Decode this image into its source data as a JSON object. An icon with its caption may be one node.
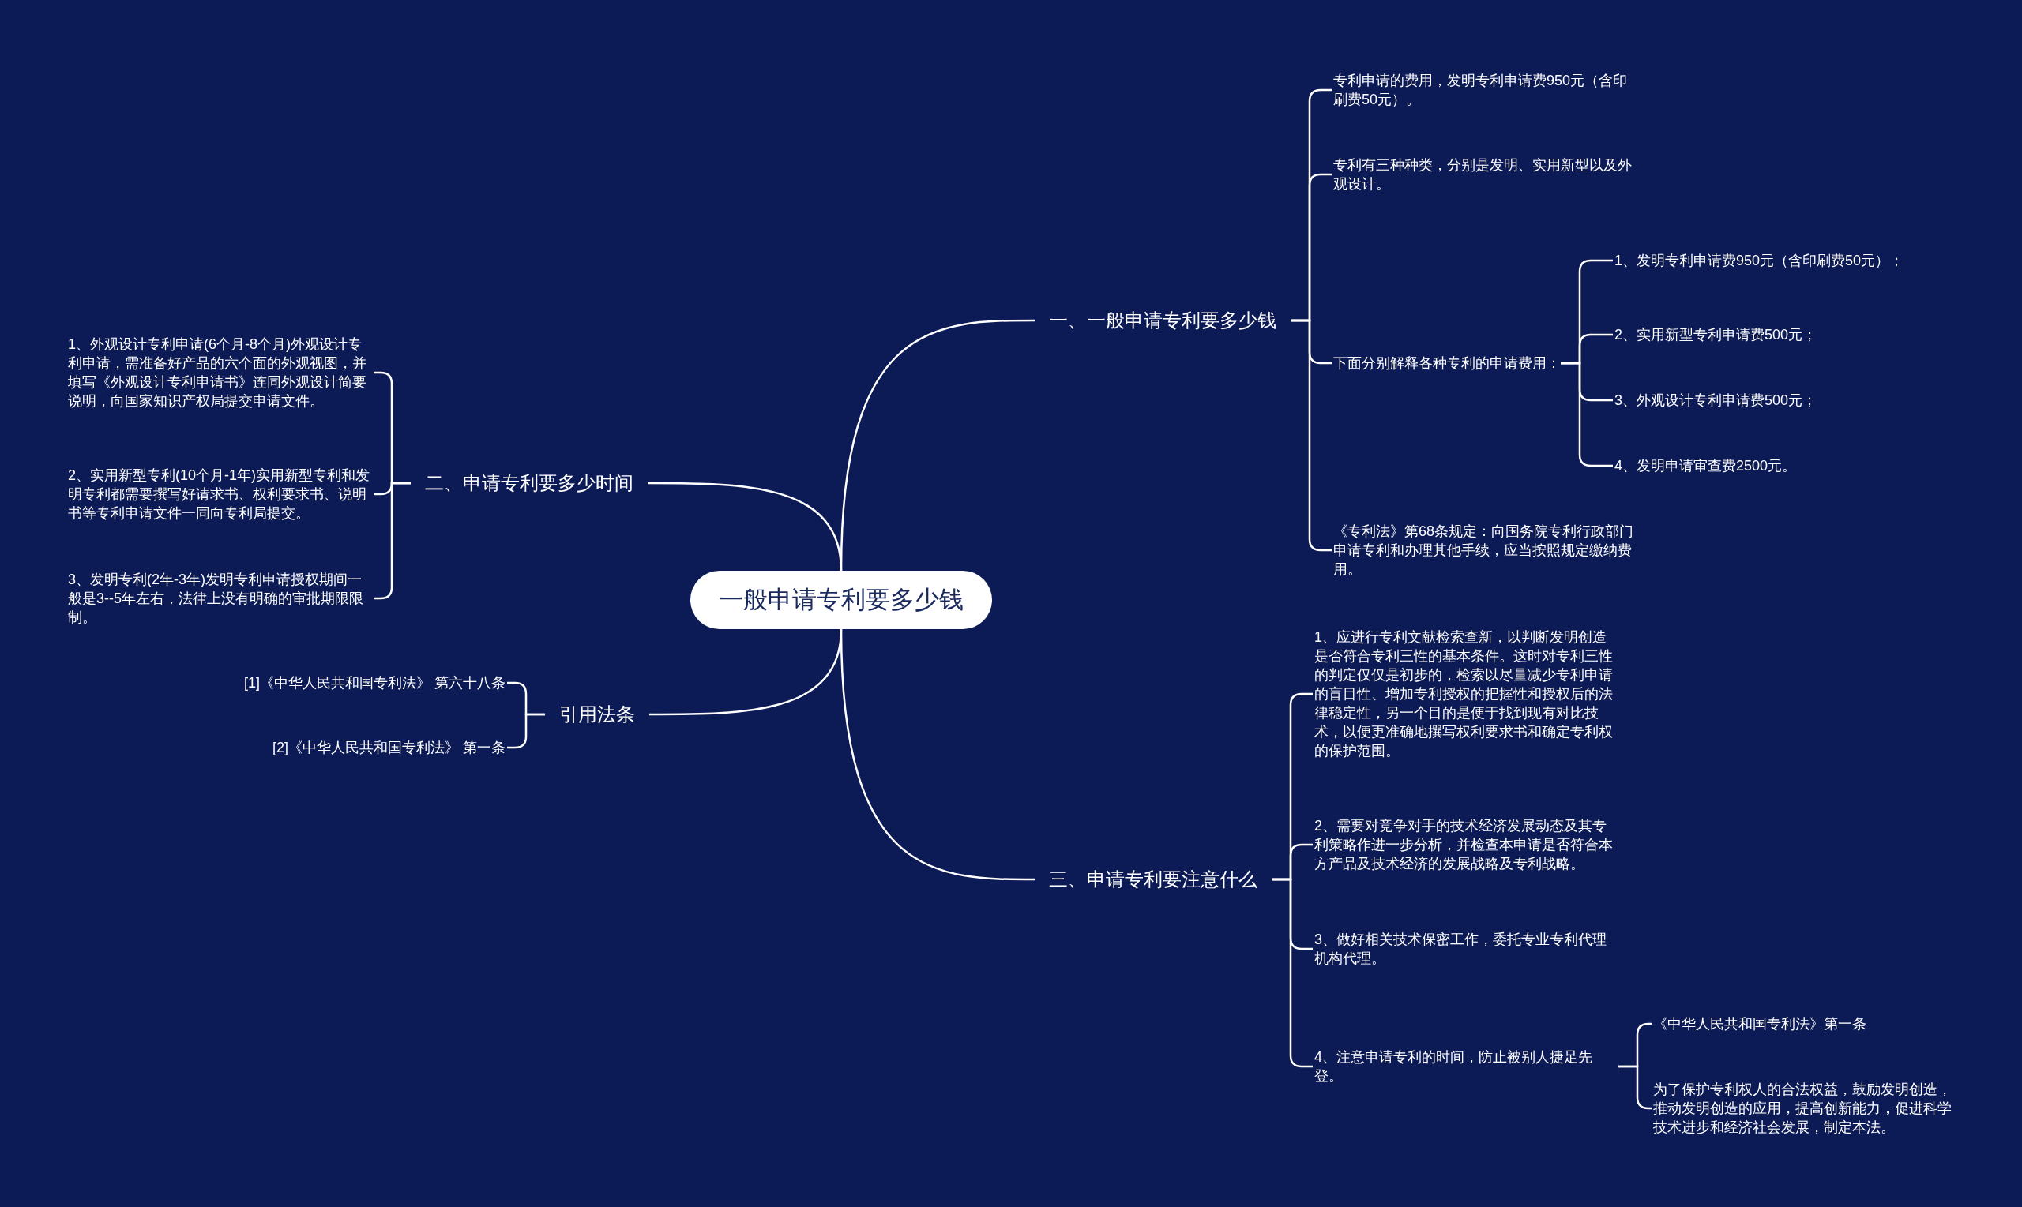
{
  "diagram": {
    "nodes": [
      {
        "text": [
          "一般申请专利要多少钱"
        ]
      },
      {
        "text": [
          "一、一般申请专利要多少钱"
        ]
      },
      {
        "text": [
          "专利申请的费用，发明专利申请费950元（含印刷费50元）。"
        ]
      },
      {
        "text": [
          "专利有三种种类，分别是发明、实用新型以及外观设计。"
        ]
      },
      {
        "text": [
          "下面分别解释各种专利的申请费用："
        ]
      },
      {
        "text": [
          "1、发明专利申请费950元（含印刷费50元）；"
        ]
      },
      {
        "text": [
          "2、实用新型专利申请费500元；"
        ]
      },
      {
        "text": [
          "3、外观设计专利申请费500元；"
        ]
      },
      {
        "text": [
          "4、发明申请审查费2500元。"
        ]
      },
      {
        "text": [
          "《专利法》第68条规定：向国务院专利行政部门申请专利和办理其他手续，应当按照规定缴纳费用。"
        ]
      },
      {
        "text": [
          "二、申请专利要多少时间"
        ]
      },
      {
        "text": [
          "1、外观设计专利申请(6个月-8个月)外观设计专利申请，需准备好产品的六个面的外观视图，并填写《外观设计专利申请书》连同外观设计简要说明，向国家知识产权局提交申请文件。"
        ]
      },
      {
        "text": [
          "2、实用新型专利(10个月-1年)实用新型专利和发明专利都需要撰写好请求书、权利要求书、说明书等专利申请文件一同向专利局提交。"
        ]
      },
      {
        "text": [
          "3、发明专利(2年-3年)发明专利申请授权期间一般是3--5年左右，法律上没有明确的审批期限限制。"
        ]
      },
      {
        "text": [
          "引用法条"
        ]
      },
      {
        "text": [
          "[1]《中华人民共和国专利法》 第六十八条"
        ]
      },
      {
        "text": [
          "[2]《中华人民共和国专利法》 第一条"
        ]
      },
      {
        "text": [
          "三、申请专利要注意什么"
        ]
      },
      {
        "text": [
          "1、应进行专利文献检索查新，以判断发明创造是否符合专利三性的基本条件。这时对专利三性的判定仅仅是初步的，检索以尽量减少专利申请的盲目性、增加专利授权的把握性和授权后的法律稳定性，另一个目的是便于找到现有对比技术，以便更准确地撰写权利要求书和确定专利权的保护范围。"
        ]
      },
      {
        "text": [
          "2、需要对竞争对手的技术经济发展动态及其专利策略作进一步分析，并检查本申请是否符合本方产品及技术经济的发展战略及专利战略。"
        ]
      },
      {
        "text": [
          "3、做好相关技术保密工作，委托专业专利代理机构代理。"
        ]
      },
      {
        "text": [
          "4、注意申请专利的时间，防止被别人捷足先登。"
        ]
      },
      {
        "text": [
          "《中华人民共和国专利法》第一条"
        ]
      },
      {
        "text": [
          "为了保护专利权人的合法权益，鼓励发明创造，推动发明创造的应用，提高创新能力，促进科学技术进步和经济社会发展，制定本法。"
        ]
      }
    ],
    "edges": [
      {
        "from": 0,
        "to": 1,
        "arrow": "none"
      },
      {
        "from": 0,
        "to": 10,
        "arrow": "none"
      },
      {
        "from": 0,
        "to": 14,
        "arrow": "none"
      },
      {
        "from": 0,
        "to": 17,
        "arrow": "none"
      },
      {
        "from": 1,
        "to": 2,
        "arrow": "none"
      },
      {
        "from": 1,
        "to": 3,
        "arrow": "none"
      },
      {
        "from": 1,
        "to": 4,
        "arrow": "none"
      },
      {
        "from": 1,
        "to": 9,
        "arrow": "none"
      },
      {
        "from": 4,
        "to": 5,
        "arrow": "none"
      },
      {
        "from": 4,
        "to": 6,
        "arrow": "none"
      },
      {
        "from": 4,
        "to": 7,
        "arrow": "none"
      },
      {
        "from": 4,
        "to": 8,
        "arrow": "none"
      },
      {
        "from": 10,
        "to": 11,
        "arrow": "none"
      },
      {
        "from": 10,
        "to": 12,
        "arrow": "none"
      },
      {
        "from": 10,
        "to": 13,
        "arrow": "none"
      },
      {
        "from": 14,
        "to": 15,
        "arrow": "none"
      },
      {
        "from": 14,
        "to": 16,
        "arrow": "none"
      },
      {
        "from": 17,
        "to": 18,
        "arrow": "none"
      },
      {
        "from": 17,
        "to": 19,
        "arrow": "none"
      },
      {
        "from": 17,
        "to": 20,
        "arrow": "none"
      },
      {
        "from": 17,
        "to": 21,
        "arrow": "none"
      },
      {
        "from": 21,
        "to": 22,
        "arrow": "none"
      },
      {
        "from": 21,
        "to": 23,
        "arrow": "none"
      }
    ]
  }
}
